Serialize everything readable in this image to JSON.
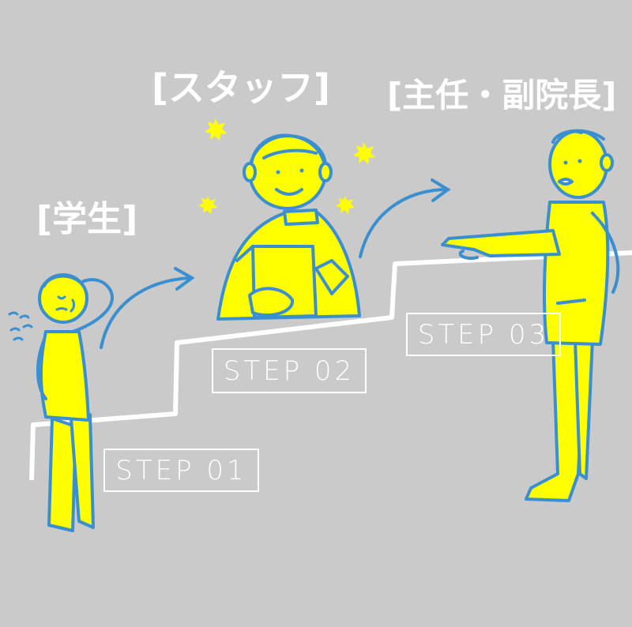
{
  "roles": {
    "student": "[学生]",
    "staff": "[スタッフ]",
    "chief": "[主任・副院長]"
  },
  "steps": [
    "STEP 01",
    "STEP 02",
    "STEP 03"
  ],
  "colors": {
    "background": "#cacaca",
    "figure_fill": "#ffff00",
    "outline": "#3a8fd0",
    "stairs": "#ffffff",
    "text": "#ffffff"
  }
}
